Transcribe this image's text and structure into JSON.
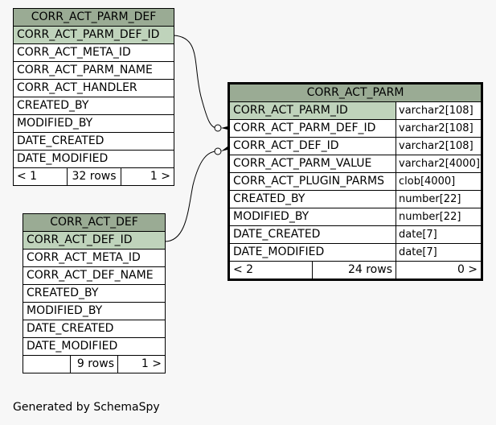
{
  "tables": {
    "corr_act_parm_def": {
      "title": "CORR_ACT_PARM_DEF",
      "columns": [
        "CORR_ACT_PARM_DEF_ID",
        "CORR_ACT_META_ID",
        "CORR_ACT_PARM_NAME",
        "CORR_ACT_HANDLER",
        "CREATED_BY",
        "MODIFIED_BY",
        "DATE_CREATED",
        "DATE_MODIFIED"
      ],
      "footer": {
        "parents": "< 1",
        "rows": "32 rows",
        "children": "1 >"
      }
    },
    "corr_act_def": {
      "title": "CORR_ACT_DEF",
      "columns": [
        "CORR_ACT_DEF_ID",
        "CORR_ACT_META_ID",
        "CORR_ACT_DEF_NAME",
        "CREATED_BY",
        "MODIFIED_BY",
        "DATE_CREATED",
        "DATE_MODIFIED"
      ],
      "footer": {
        "parents": "",
        "rows": "9 rows",
        "children": "1 >"
      }
    },
    "corr_act_parm": {
      "title": "CORR_ACT_PARM",
      "columns": [
        {
          "name": "CORR_ACT_PARM_ID",
          "type": "varchar2[108]"
        },
        {
          "name": "CORR_ACT_PARM_DEF_ID",
          "type": "varchar2[108]"
        },
        {
          "name": "CORR_ACT_DEF_ID",
          "type": "varchar2[108]"
        },
        {
          "name": "CORR_ACT_PARM_VALUE",
          "type": "varchar2[4000]"
        },
        {
          "name": "CORR_ACT_PLUGIN_PARMS",
          "type": "clob[4000]"
        },
        {
          "name": "CREATED_BY",
          "type": "number[22]"
        },
        {
          "name": "MODIFIED_BY",
          "type": "number[22]"
        },
        {
          "name": "DATE_CREATED",
          "type": "date[7]"
        },
        {
          "name": "DATE_MODIFIED",
          "type": "date[7]"
        }
      ],
      "footer": {
        "parents": "< 2",
        "rows": "24 rows",
        "children": "0 >"
      }
    }
  },
  "generated_by": "Generated by SchemaSpy"
}
